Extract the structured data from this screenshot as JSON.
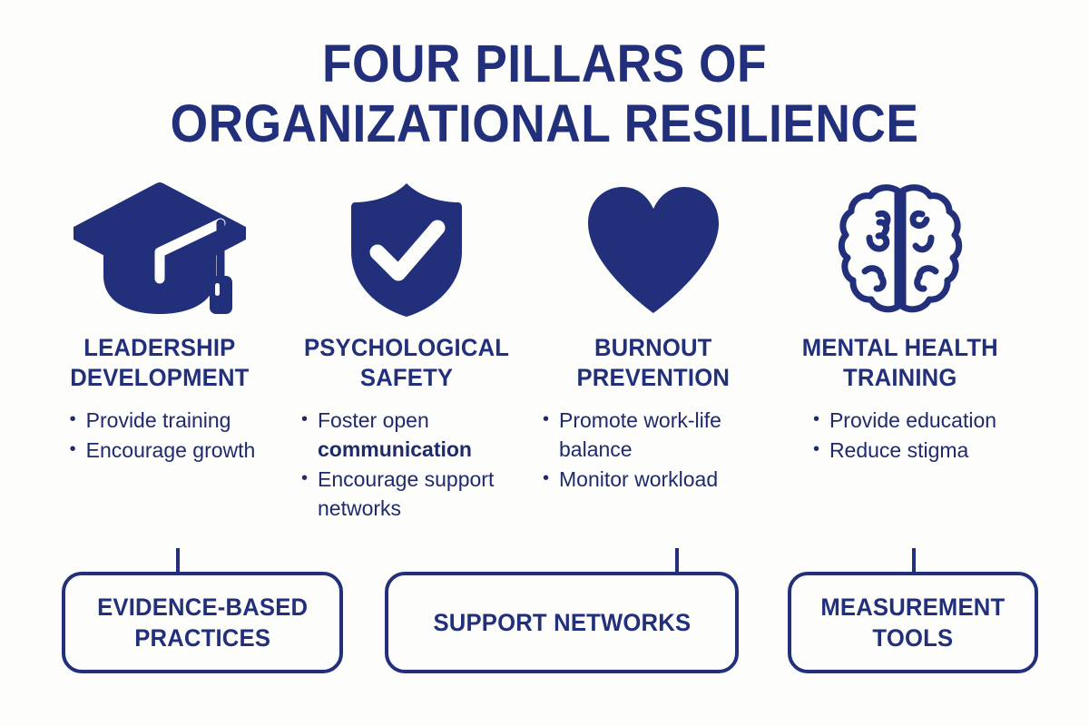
{
  "title": {
    "line1": "FOUR PILLARS OF",
    "line2": "ORGANIZATIONAL RESILIENCE"
  },
  "colors": {
    "navy": "#22307c",
    "text_navy": "#1f2a6e",
    "background": "#fdfdfc",
    "icon_white": "#ffffff"
  },
  "pillars": [
    {
      "icon": "graduation-cap-icon",
      "heading": "LEADERSHIP\nDEVELOPMENT",
      "bullets": [
        {
          "text": "Provide training",
          "bold": ""
        },
        {
          "text": "Encourage growth",
          "bold": ""
        }
      ]
    },
    {
      "icon": "shield-check-icon",
      "heading": "PSYCHOLOGICAL\nSAFETY",
      "bullets": [
        {
          "text": "Foster open ",
          "bold": "communication"
        },
        {
          "text": "Encourage support networks",
          "bold": ""
        }
      ]
    },
    {
      "icon": "heart-icon",
      "heading": "BURNOUT\nPREVENTION",
      "bullets": [
        {
          "text": "Promote work-life balance",
          "bold": ""
        },
        {
          "text": "Monitor workload",
          "bold": ""
        }
      ]
    },
    {
      "icon": "brain-icon",
      "heading": "MENTAL HEALTH\nTRAINING",
      "bullets": [
        {
          "text": "Provide education",
          "bold": ""
        },
        {
          "text": "Reduce stigma",
          "bold": ""
        }
      ]
    }
  ],
  "bottom_boxes": [
    {
      "label": "EVIDENCE-BASED\nPRACTICES"
    },
    {
      "label": "SUPPORT NETWORKS"
    },
    {
      "label": "MEASUREMENT\nTOOLS"
    }
  ]
}
